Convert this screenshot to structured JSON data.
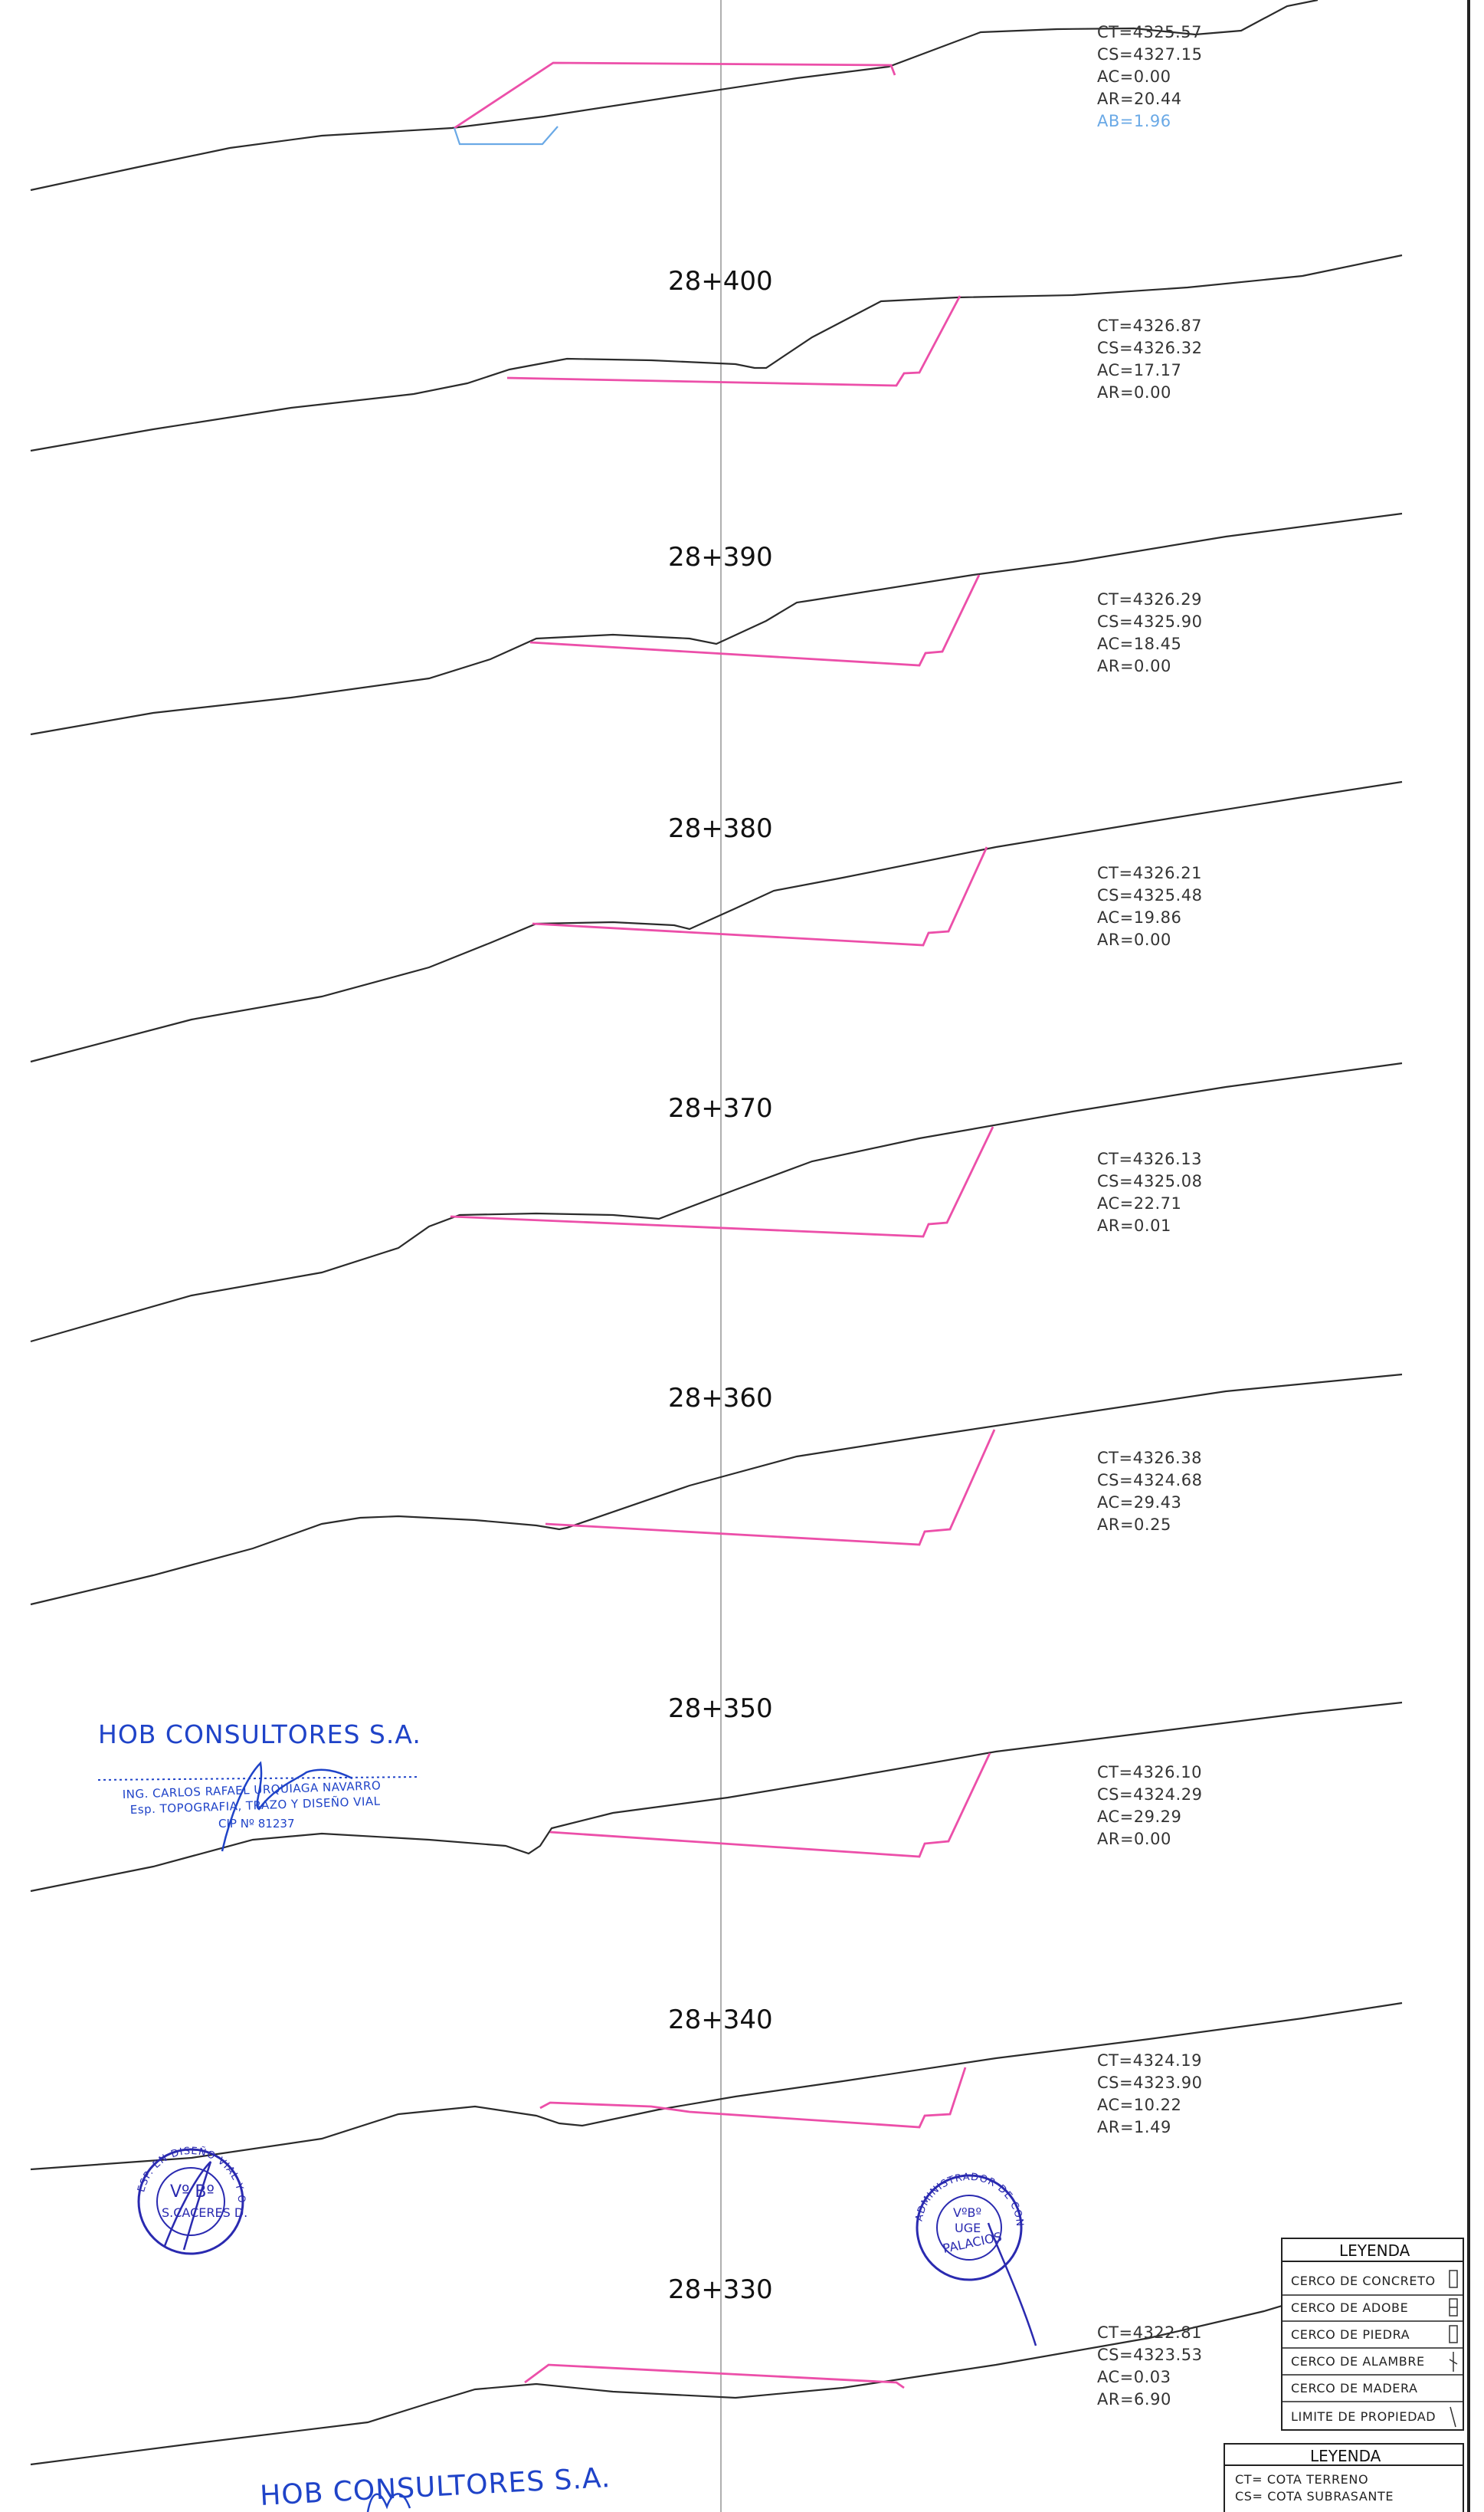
{
  "colors": {
    "terrain": "#2b2b2b",
    "design": "#ec4fa9",
    "fill_area": "#6aa9e6",
    "stamp": "#1f43c8",
    "centerline": "#aaaaaa"
  },
  "sections": [
    {
      "station": "",
      "labels": [
        "CT=4325.57",
        "CS=4327.15",
        "AC=0.00",
        "AR=20.44",
        "AB=1.96"
      ]
    },
    {
      "station": "28+400",
      "labels": [
        "CT=4326.87",
        "CS=4326.32",
        "AC=17.17",
        "AR=0.00"
      ]
    },
    {
      "station": "28+390",
      "labels": [
        "CT=4326.29",
        "CS=4325.90",
        "AC=18.45",
        "AR=0.00"
      ]
    },
    {
      "station": "28+380",
      "labels": [
        "CT=4326.21",
        "CS=4325.48",
        "AC=19.86",
        "AR=0.00"
      ]
    },
    {
      "station": "28+370",
      "labels": [
        "CT=4326.13",
        "CS=4325.08",
        "AC=22.71",
        "AR=0.01"
      ]
    },
    {
      "station": "28+360",
      "labels": [
        "CT=4326.38",
        "CS=4324.68",
        "AC=29.43",
        "AR=0.25"
      ]
    },
    {
      "station": "28+350",
      "labels": [
        "CT=4326.10",
        "CS=4324.29",
        "AC=29.29",
        "AR=0.00"
      ]
    },
    {
      "station": "28+340",
      "labels": [
        "CT=4324.19",
        "CS=4323.90",
        "AC=10.22",
        "AR=1.49"
      ]
    },
    {
      "station": "28+330",
      "labels": [
        "CT=4322.81",
        "CS=4323.53",
        "AC=0.03",
        "AR=6.90"
      ]
    }
  ],
  "legend_fences": {
    "title": "LEYENDA",
    "items": [
      "CERCO DE CONCRETO",
      "CERCO DE ADOBE",
      "CERCO DE PIEDRA",
      "CERCO DE ALAMBRE",
      "CERCO DE MADERA",
      "LIMITE DE PROPIEDAD"
    ]
  },
  "legend_codes": {
    "title": "LEYENDA",
    "items": [
      "CT= COTA TERRENO",
      "CS= COTA SUBRASANTE"
    ]
  },
  "stamp_company": {
    "name": "HOB CONSULTORES S.A.",
    "engineer": "ING. CARLOS RAFAEL URQUIAGA NAVARRO",
    "role": "Esp. TOPOGRAFIA, TRAZO Y DISEÑO VIAL",
    "cip": "CIP Nº 81237"
  },
  "stamp_seal_left": {
    "ring_text": "ESP. EN DISEÑO VIAL Y OBRAS",
    "center_top": "Vº Bº",
    "center_name": "S.CACERES D."
  },
  "stamp_seal_right": {
    "ring_text": "ADMINISTRADOR DE CONTRATOS",
    "line1": "VºBº",
    "line2": "UGE",
    "line3": "PALACIOS"
  },
  "stamp_company_bottom": {
    "name": "HOB CONSULTORES S.A."
  }
}
